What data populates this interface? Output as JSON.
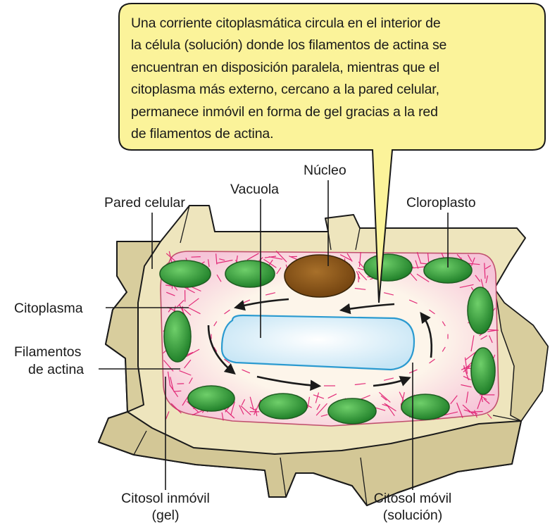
{
  "callout": {
    "lines": [
      "Una corriente citoplasmática circula en el interior de",
      "la célula (solución) donde los filamentos de actina se",
      "encuentran en disposición paralela, mientras que el",
      "citoplasma más externo, cercano a la pared celular,",
      "permanece inmóvil en forma de gel gracias a la red",
      "de filamentos de actina."
    ]
  },
  "labels": {
    "nucleo": "Núcleo",
    "vacuola": "Vacuola",
    "pared_celular": "Pared celular",
    "cloroplasto": "Cloroplasto",
    "citoplasma": "Citoplasma",
    "filamentos_line1": "Filamentos",
    "filamentos_line2": "de actina",
    "citosol_inmovil_line1": "Citosol inmóvil",
    "citosol_inmovil_line2": "(gel)",
    "citosol_movil_line1": "Citosol móvil",
    "citosol_movil_line2": "(solución)"
  },
  "colors": {
    "callout_fill": "#fbf39a",
    "wall": "#eee5bd",
    "wall_shade": "#cfc391",
    "cytoplasm_edge": "#f5a6c8",
    "cytosol": "#fdf3e6",
    "vacuole": "#cde9f6",
    "vacuole_edge": "#2a9ad0",
    "nucleus": "#8f5a19",
    "chloroplast": "#2f9a3a",
    "actin": "#e0186d"
  }
}
